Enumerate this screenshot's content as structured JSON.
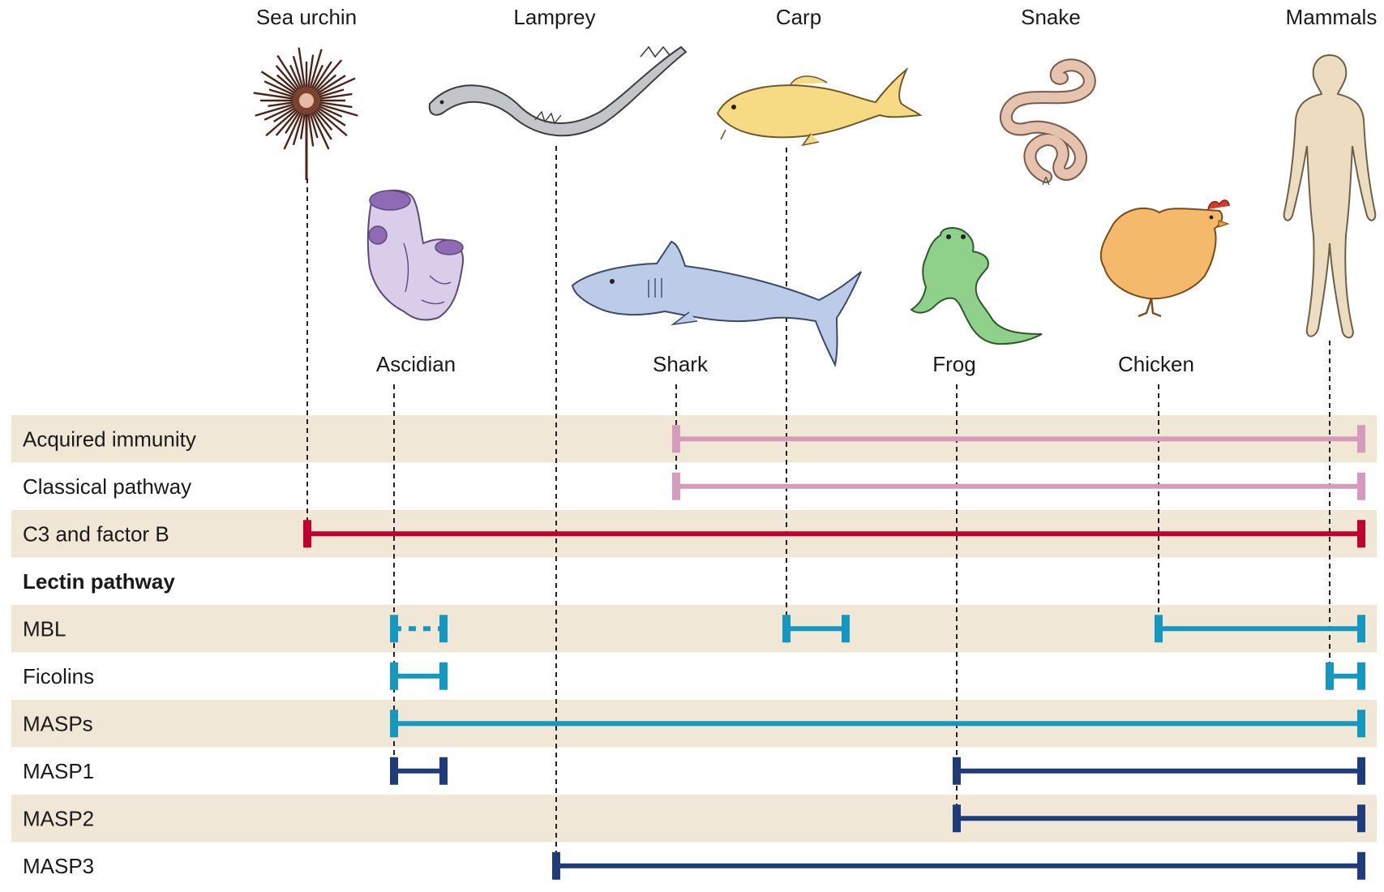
{
  "organisms": [
    {
      "id": "sea-urchin",
      "name": "Sea urchin",
      "color": "#6b3a28"
    },
    {
      "id": "lamprey",
      "name": "Lamprey",
      "color": "#b9bdc0"
    },
    {
      "id": "carp",
      "name": "Carp",
      "color": "#f6d67a"
    },
    {
      "id": "snake",
      "name": "Snake",
      "color": "#e6c3ae"
    },
    {
      "id": "mammals",
      "name": "Mammals",
      "color": "#ecdcc0"
    },
    {
      "id": "ascidian",
      "name": "Ascidian",
      "color": "#c7b8e2"
    },
    {
      "id": "shark",
      "name": "Shark",
      "color": "#b9c7e3"
    },
    {
      "id": "frog",
      "name": "Frog",
      "color": "#8fd08a"
    },
    {
      "id": "chicken",
      "name": "Chicken",
      "color": "#f4b86a"
    }
  ],
  "rows": [
    {
      "id": "acquired-immunity",
      "label": "Acquired immunity",
      "bold": false,
      "shaded": true
    },
    {
      "id": "classical-pathway",
      "label": "Classical pathway",
      "bold": false,
      "shaded": false
    },
    {
      "id": "c3-factor-b",
      "label": "C3 and factor B",
      "bold": false,
      "shaded": true
    },
    {
      "id": "lectin-pathway",
      "label": "Lectin pathway",
      "bold": true,
      "shaded": false
    },
    {
      "id": "mbl",
      "label": "MBL",
      "bold": false,
      "shaded": true
    },
    {
      "id": "ficolins",
      "label": "Ficolins",
      "bold": false,
      "shaded": false
    },
    {
      "id": "masps",
      "label": "MASPs",
      "bold": false,
      "shaded": true
    },
    {
      "id": "masp1",
      "label": "MASP1",
      "bold": false,
      "shaded": false
    },
    {
      "id": "masp2",
      "label": "MASP2",
      "bold": false,
      "shaded": true
    },
    {
      "id": "masp3",
      "label": "MASP3",
      "bold": false,
      "shaded": false
    }
  ],
  "bars": [
    {
      "row": "acquired-immunity",
      "from": "shark",
      "to": "end",
      "color": "#d59bbd",
      "style": "solid"
    },
    {
      "row": "classical-pathway",
      "from": "shark",
      "to": "end",
      "color": "#d59bbd",
      "style": "solid"
    },
    {
      "row": "c3-factor-b",
      "from": "sea-urchin",
      "to": "end",
      "color": "#c0002e",
      "style": "solid"
    },
    {
      "row": "mbl",
      "from": "ascidian",
      "to": "ascidian-end",
      "color": "#1598bf",
      "style": "dotted"
    },
    {
      "row": "mbl",
      "from": "carp",
      "to": "carp-end",
      "color": "#1598bf",
      "style": "solid"
    },
    {
      "row": "mbl",
      "from": "chicken",
      "to": "end",
      "color": "#1598bf",
      "style": "solid"
    },
    {
      "row": "ficolins",
      "from": "ascidian",
      "to": "ascidian-end",
      "color": "#1598bf",
      "style": "solid"
    },
    {
      "row": "ficolins",
      "from": "mammals",
      "to": "end",
      "color": "#1598bf",
      "style": "solid"
    },
    {
      "row": "masps",
      "from": "ascidian",
      "to": "end",
      "color": "#1598bf",
      "style": "solid"
    },
    {
      "row": "masp1",
      "from": "ascidian",
      "to": "ascidian-end",
      "color": "#1f3b7a",
      "style": "solid"
    },
    {
      "row": "masp1",
      "from": "frog",
      "to": "end",
      "color": "#1f3b7a",
      "style": "solid"
    },
    {
      "row": "masp2",
      "from": "frog",
      "to": "end",
      "color": "#1f3b7a",
      "style": "solid"
    },
    {
      "row": "masp3",
      "from": "lamprey",
      "to": "end",
      "color": "#1f3b7a",
      "style": "solid"
    }
  ],
  "colors": {
    "band_shade": "#f1e7d7",
    "leader_line": "#222222"
  }
}
